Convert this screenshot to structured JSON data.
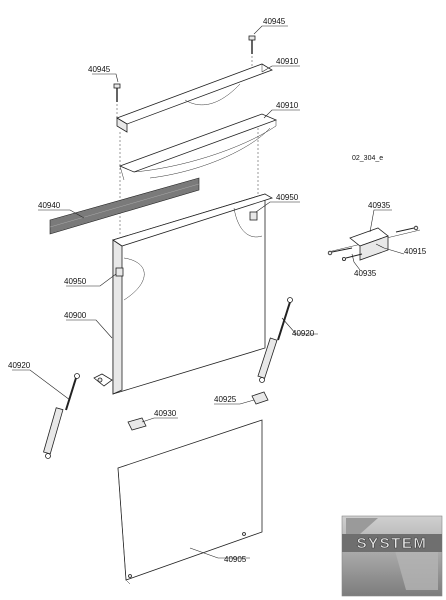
{
  "diagram": {
    "sheet_code": "02_304_e",
    "labels": [
      {
        "id": "l-40945-top",
        "text": "40945"
      },
      {
        "id": "l-40945-left",
        "text": "40945"
      },
      {
        "id": "l-40910-top",
        "text": "40910"
      },
      {
        "id": "l-40910-mid",
        "text": "40910"
      },
      {
        "id": "l-40940",
        "text": "40940"
      },
      {
        "id": "l-40950-right",
        "text": "40950"
      },
      {
        "id": "l-40950-left",
        "text": "40950"
      },
      {
        "id": "l-40900",
        "text": "40900"
      },
      {
        "id": "l-40920-right",
        "text": "40920"
      },
      {
        "id": "l-40920-left",
        "text": "40920"
      },
      {
        "id": "l-40930",
        "text": "40930"
      },
      {
        "id": "l-40925",
        "text": "40925"
      },
      {
        "id": "l-40905",
        "text": "40905"
      },
      {
        "id": "l-40935-top",
        "text": "40935"
      },
      {
        "id": "l-40915",
        "text": "40915"
      },
      {
        "id": "l-40935-bottom",
        "text": "40935"
      }
    ],
    "logo": {
      "text": "SYSTEM"
    }
  }
}
